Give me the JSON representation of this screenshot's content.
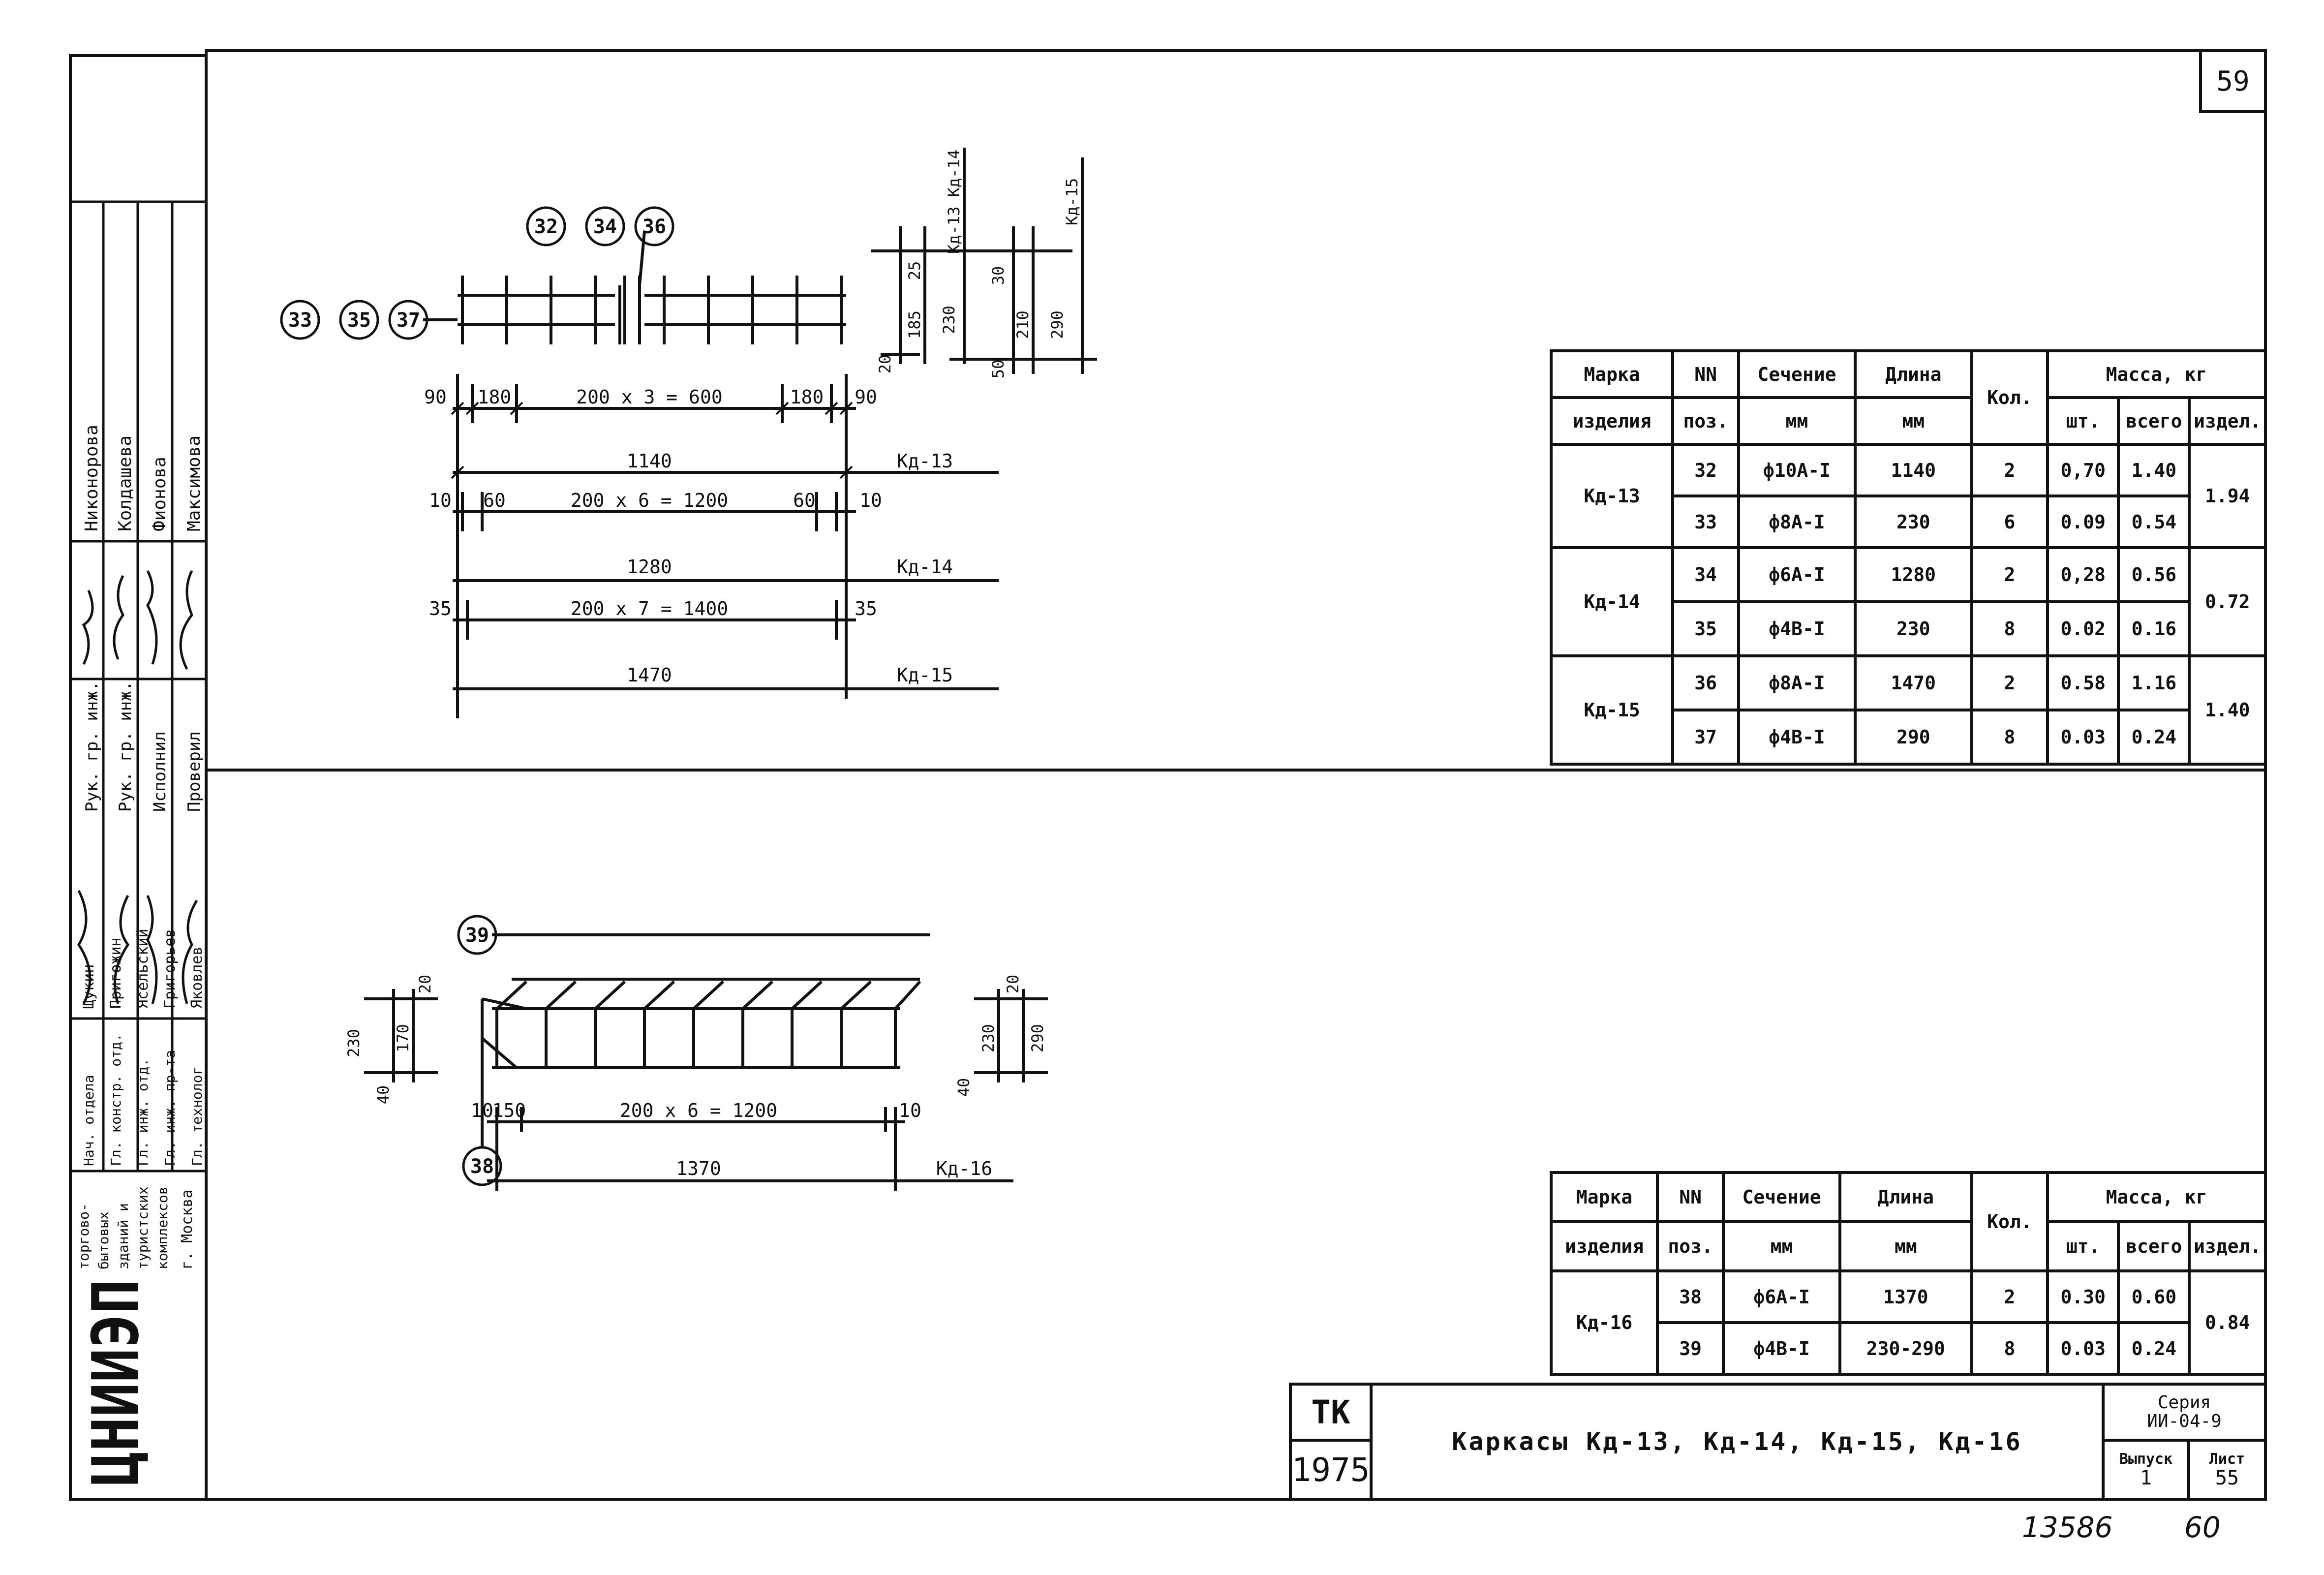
{
  "sheet_number": "59",
  "stamp_number": "13586",
  "stamp_number_2": "60",
  "title_block": {
    "code_top": "ТК",
    "code_bottom": "1975",
    "title": "Каркасы Кд-13, Кд-14, Кд-15, Кд-16",
    "series_label": "Серия",
    "series_value": "ИИ-04-9",
    "issue_label": "Выпуск",
    "issue_value": "1",
    "sheet_label": "Лист",
    "sheet_value": "55"
  },
  "side_stamp": {
    "org": "ЦНИИЭП",
    "org_desc_1": "торгово-",
    "org_desc_2": "бытовых",
    "org_desc_3": "зданий и",
    "org_desc_4": "туристских",
    "org_desc_5": "комплексов",
    "city": "г. Москва",
    "roles_a": [
      "Нач. отдела",
      "Гл. констр. отд.",
      "Гл. инж. отд.",
      "Гл. инж. пр-та",
      "Гл. технолог"
    ],
    "names_a": [
      "Щукин",
      "Пригожин",
      "Ясельский",
      "Григорьев",
      "Яковлев"
    ],
    "roles_b": [
      "Рук. гр. инж.",
      "Рук. гр. инж.",
      "Исполнил",
      "Проверил"
    ],
    "names_b": [
      "Никонорова",
      "Колдашева",
      "Фионова",
      "Максимова"
    ]
  },
  "table1": {
    "headers": {
      "mark_1": "Марка",
      "mark_2": "изделия",
      "pos_1": "NN",
      "pos_2": "поз.",
      "sec_1": "Сечение",
      "sec_2": "мм",
      "len_1": "Длина",
      "len_2": "мм",
      "qty": "Кол.",
      "mass": "Масса, кг",
      "m_pc": "шт.",
      "m_all": "всего",
      "m_item": "издел."
    },
    "rows": [
      {
        "mark": "Кд-13",
        "pos": "32",
        "sec": "ф10А-I",
        "len": "1140",
        "qty": "2",
        "pc": "0,70",
        "all": "1.40",
        "item": "1.94"
      },
      {
        "mark": "",
        "pos": "33",
        "sec": "ф8А-I",
        "len": "230",
        "qty": "6",
        "pc": "0.09",
        "all": "0.54",
        "item": ""
      },
      {
        "mark": "Кд-14",
        "pos": "34",
        "sec": "ф6А-I",
        "len": "1280",
        "qty": "2",
        "pc": "0,28",
        "all": "0.56",
        "item": "0.72"
      },
      {
        "mark": "",
        "pos": "35",
        "sec": "ф4В-I",
        "len": "230",
        "qty": "8",
        "pc": "0.02",
        "all": "0.16",
        "item": ""
      },
      {
        "mark": "Кд-15",
        "pos": "36",
        "sec": "ф8А-I",
        "len": "1470",
        "qty": "2",
        "pc": "0.58",
        "all": "1.16",
        "item": "1.40"
      },
      {
        "mark": "",
        "pos": "37",
        "sec": "ф4В-I",
        "len": "290",
        "qty": "8",
        "pc": "0.03",
        "all": "0.24",
        "item": ""
      }
    ]
  },
  "table2": {
    "rows": [
      {
        "mark": "Кд-16",
        "pos": "38",
        "sec": "ф6А-I",
        "len": "1370",
        "qty": "2",
        "pc": "0.30",
        "all": "0.60",
        "item": "0.84"
      },
      {
        "mark": "",
        "pos": "39",
        "sec": "ф4В-I",
        "len": "230-290",
        "qty": "8",
        "pc": "0.03",
        "all": "0.24",
        "item": ""
      }
    ]
  },
  "drawing1": {
    "pos_top": [
      "32",
      "34",
      "36"
    ],
    "pos_left": [
      "33",
      "35",
      "37"
    ],
    "dims_row1": [
      "90",
      "180",
      "200 x 3 = 600",
      "180",
      "90"
    ],
    "total1": "1140",
    "mark1": "Кд-13",
    "dims_row2": [
      "10",
      "60",
      "200 x 6 = 1200",
      "60",
      "10"
    ],
    "total2": "1280",
    "mark2": "Кд-14",
    "dims_row3": [
      "35",
      "200 x 7 = 1400",
      "35"
    ],
    "total3": "1470",
    "mark3": "Кд-15",
    "side_dims_a": [
      "20",
      "185",
      "25"
    ],
    "side_a_total": "230",
    "side_a_mark": "Кд-13 Кд-14",
    "side_dims_b": [
      "50",
      "210",
      "30"
    ],
    "side_b_total": "290",
    "side_b_mark": "Кд-15"
  },
  "drawing2": {
    "pos_top": "39",
    "pos_bottom": "38",
    "left_total": "230",
    "left_dims": [
      "40",
      "170",
      "20"
    ],
    "right_dims": [
      "40",
      "230",
      "20"
    ],
    "right_total": "290",
    "dims_row": [
      "10",
      "150",
      "200 x 6 = 1200",
      "10"
    ],
    "total": "1370",
    "mark": "Кд-16"
  }
}
